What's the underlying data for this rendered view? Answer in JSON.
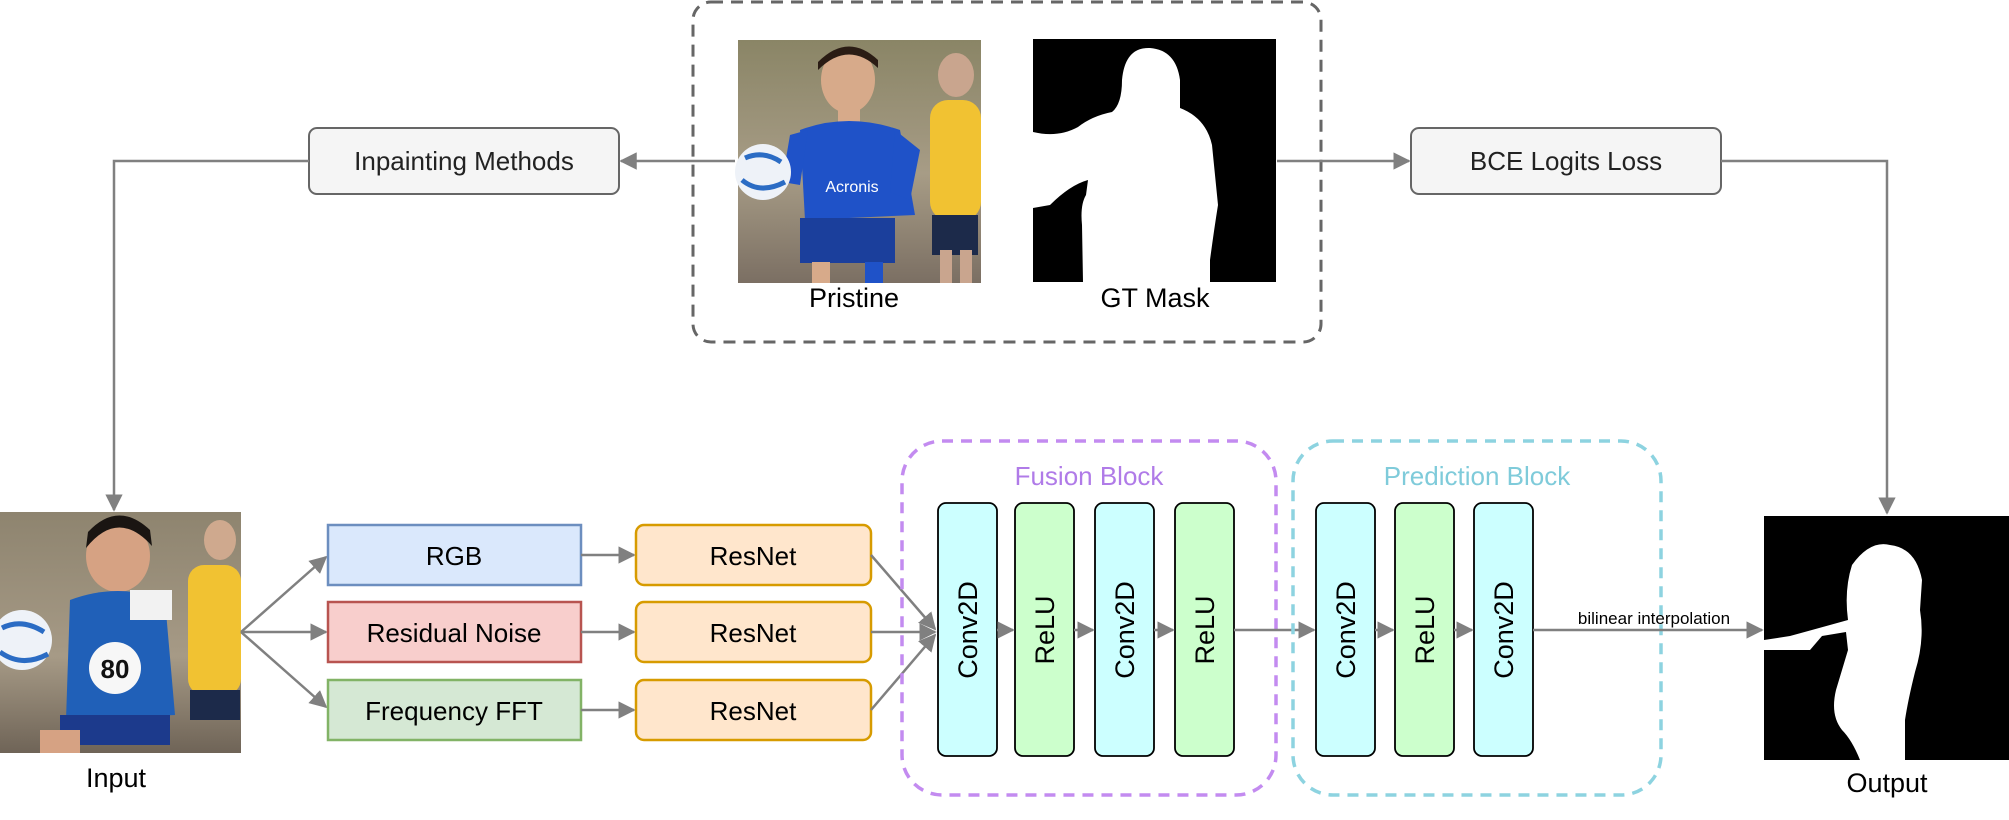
{
  "colors": {
    "gray_box_fill": "#f5f5f5",
    "gray_box_stroke": "#666666",
    "rgb_fill": "#dae8fc",
    "rgb_stroke": "#6c8ebf",
    "noise_fill": "#f8cecc",
    "noise_stroke": "#b85450",
    "fft_fill": "#d5e8d4",
    "fft_stroke": "#82b366",
    "resnet_fill": "#ffe6cc",
    "resnet_stroke": "#d79b00",
    "conv_fill": "#ccffff",
    "relu_fill": "#ccffcc",
    "fusion_color": "#c38bf0",
    "prediction_color": "#8dd3e0",
    "arrow_color": "#808080"
  },
  "top_group": {
    "pristine_label": "Pristine",
    "gt_mask_label": "GT Mask"
  },
  "inpainting_label": "Inpainting Methods",
  "loss_label": "BCE Logits Loss",
  "input_label": "Input",
  "output_label": "Output",
  "streams": [
    {
      "label": "RGB",
      "encoder": "ResNet"
    },
    {
      "label": "Residual Noise",
      "encoder": "ResNet"
    },
    {
      "label": "Frequency FFT",
      "encoder": "ResNet"
    }
  ],
  "fusion_block": {
    "title": "Fusion Block",
    "layers": [
      "Conv2D",
      "ReLU",
      "Conv2D",
      "ReLU"
    ]
  },
  "prediction_block": {
    "title": "Prediction Block",
    "layers": [
      "Conv2D",
      "ReLU",
      "Conv2D"
    ]
  },
  "interpolation_label": "bilinear interpolation"
}
